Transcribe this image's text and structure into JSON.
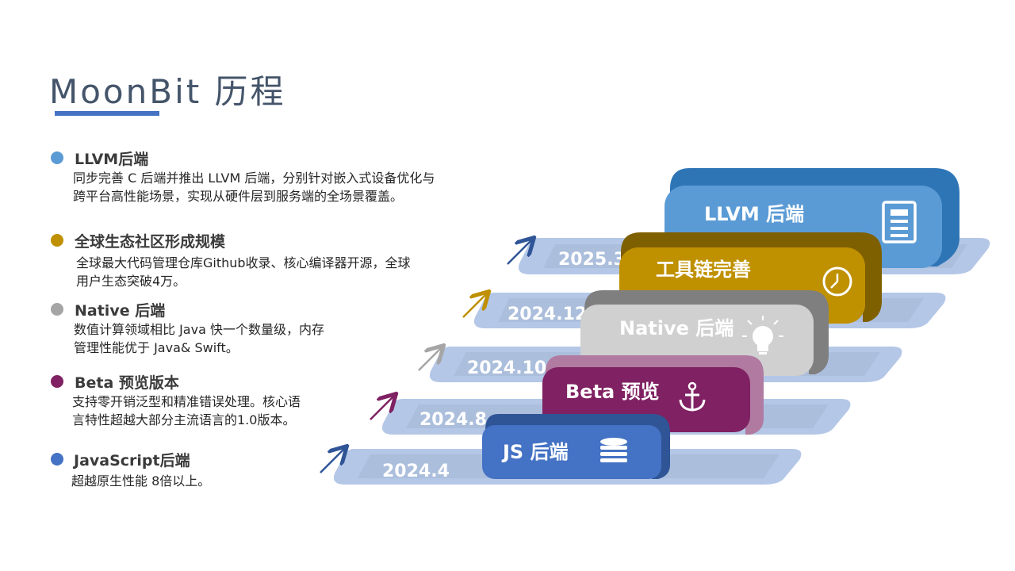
{
  "title": "MoonBit 历程",
  "items": [
    {
      "title": "LLVM后端",
      "desc1": "同步完善 C 后端并推出 LLVM 后端，分别针对嵌入式设备优化与",
      "desc2": "跨平台高性能场景，实现从硬件层到服务端的全场景覆盖。",
      "color": "#5b9bd5"
    },
    {
      "title": "全球生态社区形成规模",
      "desc1": "全球最大代码管理仓库Github收录、核心编译器开源，全球",
      "desc2": "用户生态突破4万。",
      "color": "#bf9000"
    },
    {
      "title": "Native 后端",
      "desc1": "数值计算领域相比 Java 快一个数量级，内存",
      "desc2": "管理性能优于 Java& Swift。",
      "color": "#a5a5a5"
    },
    {
      "title": "Beta 预览版本",
      "desc1": "支持零开销泛型和精准错误处理。核心语",
      "desc2": "言特性超越大部分主流语言的1.0版本。",
      "color": "#7f2162"
    },
    {
      "title": "JavaScript后端",
      "desc1": "超越原生性能 8倍以上。",
      "desc2": "",
      "color": "#4472c4"
    }
  ],
  "steps": [
    {
      "label": "JS 后端",
      "date": "2024.4",
      "icon": "database-icon",
      "color": "#4472c4"
    },
    {
      "label": "Beta 预览",
      "date": "2024.8",
      "icon": "anchor-icon",
      "color": "#7f2162"
    },
    {
      "label": "Native 后端",
      "date": "2024.10",
      "icon": "lightbulb-icon",
      "color": "#bfbfbf"
    },
    {
      "label": "工具链完善",
      "date": "2024.12",
      "icon": "clock-icon",
      "color": "#bf9000"
    },
    {
      "label": "LLVM 后端",
      "date": "2025.3",
      "icon": "document-icon",
      "color": "#5b9bd5"
    }
  ]
}
